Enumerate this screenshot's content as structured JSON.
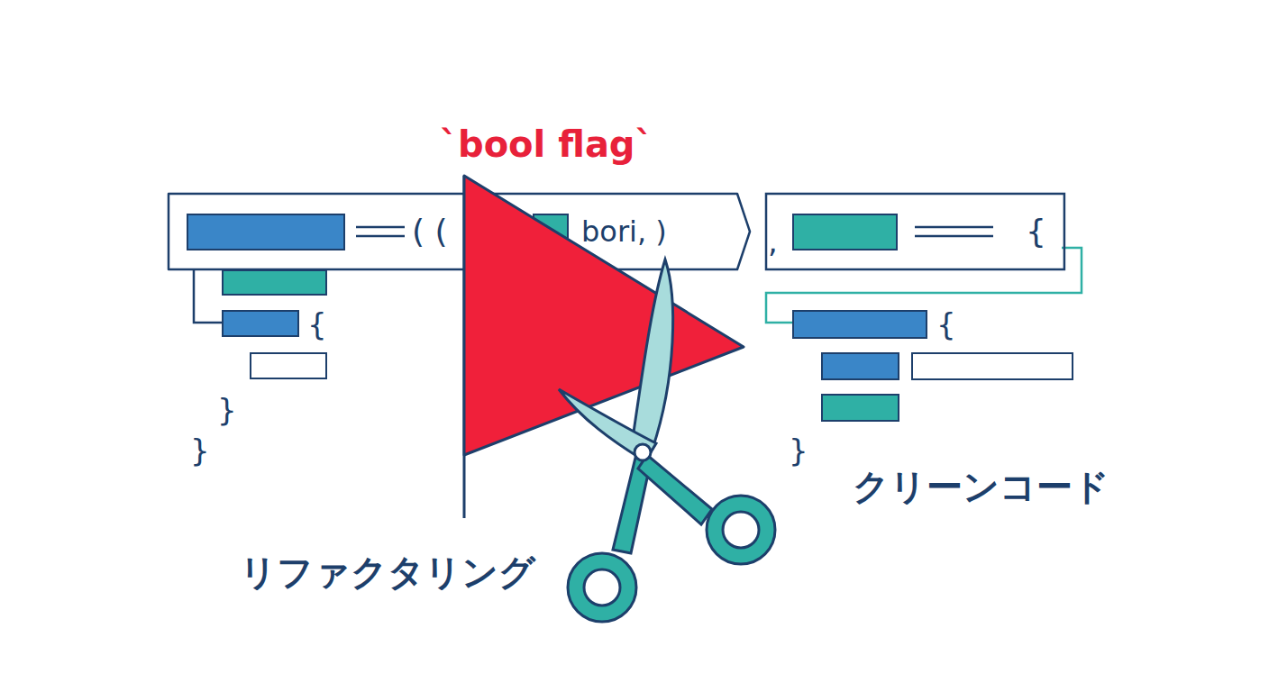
{
  "diagram": {
    "title": "`bool flag`",
    "nodes": [
      {
        "text": [
          "( (",
          "bori, )"
        ]
      },
      {
        "text": [
          "{"
        ]
      }
    ],
    "labels": [
      ",",
      "{",
      "}",
      "}",
      "{",
      "}",
      "クリーンコード",
      "リファクタリング"
    ]
  }
}
